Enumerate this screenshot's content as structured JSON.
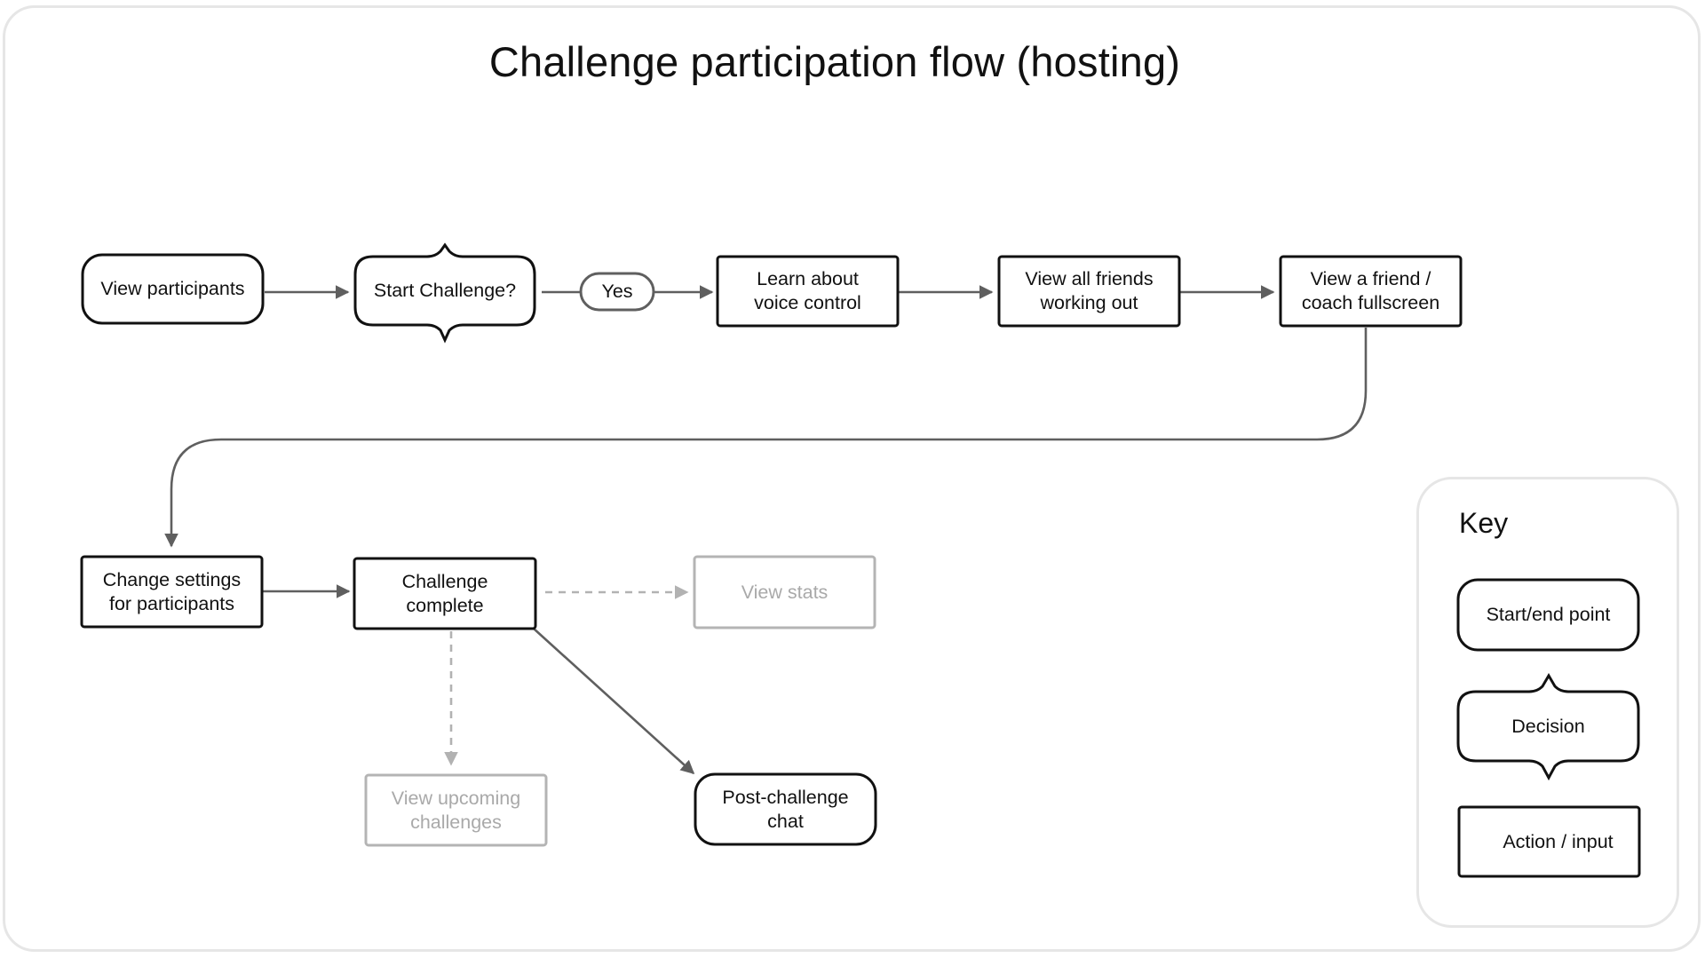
{
  "title": "Challenge participation flow (hosting)",
  "nodes": {
    "view_participants": "View participants",
    "start_challenge": "Start Challenge?",
    "yes": "Yes",
    "learn_voice": "Learn about\nvoice control",
    "view_friends": "View all friends\nworking out",
    "view_friend_full": "View a friend /\ncoach fullscreen",
    "change_settings": "Change settings\nfor participants",
    "challenge_complete": "Challenge\ncomplete",
    "view_stats": "View stats",
    "view_upcoming": "View upcoming\nchallenges",
    "post_chat": "Post-challenge\nchat"
  },
  "key": {
    "title": "Key",
    "start_end": "Start/end point",
    "decision": "Decision",
    "action": "Action / input"
  },
  "colors": {
    "stroke": "#111111",
    "edge": "#5f5f5f",
    "muted": "#b4b4b4",
    "frame": "#e6e6e6"
  }
}
